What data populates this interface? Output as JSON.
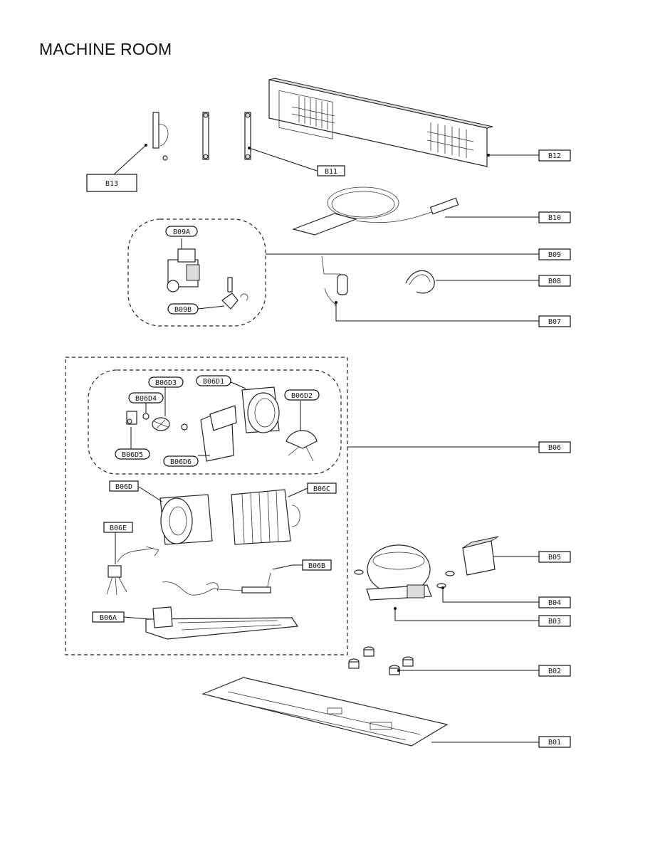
{
  "title": "MACHINE ROOM",
  "labels": {
    "b01": "B01",
    "b02": "B02",
    "b03": "B03",
    "b04": "B04",
    "b05": "B05",
    "b06": "B06",
    "b06a": "B06A",
    "b06b": "B06B",
    "b06c": "B06C",
    "b06d": "B06D",
    "b06d1": "B06D1",
    "b06d2": "B06D2",
    "b06d3": "B06D3",
    "b06d4": "B06D4",
    "b06d5": "B06D5",
    "b06d6": "B06D6",
    "b06e": "B06E",
    "b07": "B07",
    "b08": "B08",
    "b09": "B09",
    "b09a": "B09A",
    "b09b": "B09B",
    "b10": "B10",
    "b11": "B11",
    "b12": "B12",
    "b13": "B13"
  }
}
